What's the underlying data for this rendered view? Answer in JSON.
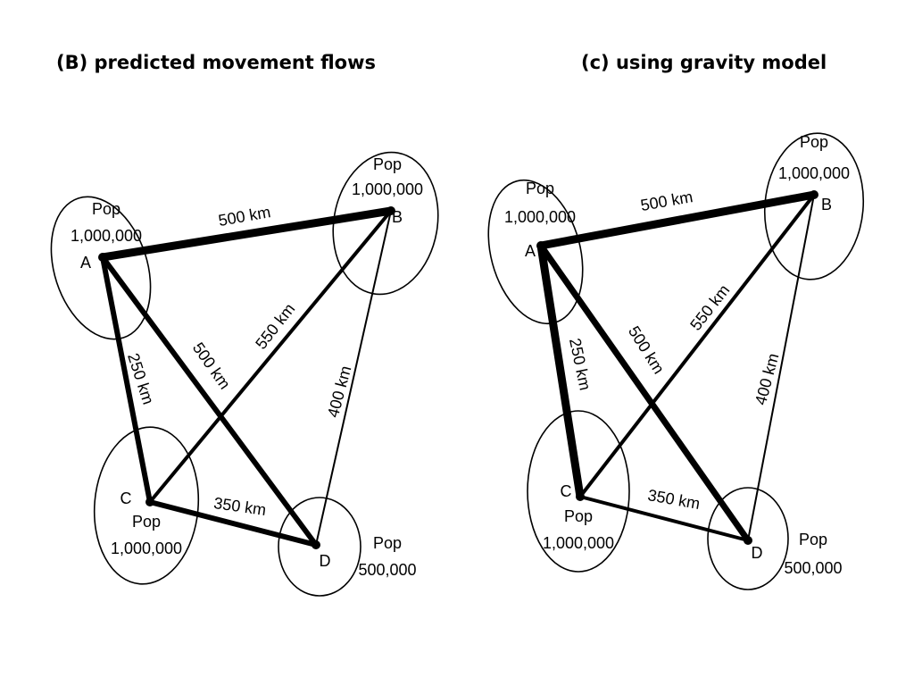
{
  "headings": {
    "left": "(B) predicted movement flows",
    "right": "(c) using gravity model"
  },
  "panels": [
    {
      "id": "left",
      "nodes": [
        {
          "id": "A",
          "label": "A",
          "pop_label": "Pop",
          "pop_value": "1,000,000"
        },
        {
          "id": "B",
          "label": "B",
          "pop_label": "Pop",
          "pop_value": "1,000,000"
        },
        {
          "id": "C",
          "label": "C",
          "pop_label": "Pop",
          "pop_value": "1,000,000"
        },
        {
          "id": "D",
          "label": "D",
          "pop_label": "Pop",
          "pop_value": "500,000"
        }
      ],
      "edges": [
        {
          "from": "A",
          "to": "B",
          "distance": "500 km",
          "flow_weight": 9
        },
        {
          "from": "A",
          "to": "C",
          "distance": "250 km",
          "flow_weight": 6
        },
        {
          "from": "A",
          "to": "D",
          "distance": "500 km",
          "flow_weight": 6
        },
        {
          "from": "B",
          "to": "C",
          "distance": "550 km",
          "flow_weight": 4
        },
        {
          "from": "B",
          "to": "D",
          "distance": "400 km",
          "flow_weight": 2
        },
        {
          "from": "C",
          "to": "D",
          "distance": "350 km",
          "flow_weight": 6
        }
      ]
    },
    {
      "id": "right",
      "nodes": [
        {
          "id": "A",
          "label": "A",
          "pop_label": "Pop",
          "pop_value": "1,000,000"
        },
        {
          "id": "B",
          "label": "B",
          "pop_label": "Pop",
          "pop_value": "1,000,000"
        },
        {
          "id": "C",
          "label": "C",
          "pop_label": "Pop",
          "pop_value": "1,000,000"
        },
        {
          "id": "D",
          "label": "D",
          "pop_label": "Pop",
          "pop_value": "500,000"
        }
      ],
      "edges": [
        {
          "from": "A",
          "to": "B",
          "distance": "500 km",
          "flow_weight": 9
        },
        {
          "from": "A",
          "to": "C",
          "distance": "250 km",
          "flow_weight": 9
        },
        {
          "from": "A",
          "to": "D",
          "distance": "500 km",
          "flow_weight": 7
        },
        {
          "from": "B",
          "to": "C",
          "distance": "550 km",
          "flow_weight": 4
        },
        {
          "from": "B",
          "to": "D",
          "distance": "400 km",
          "flow_weight": 2
        },
        {
          "from": "C",
          "to": "D",
          "distance": "350 km",
          "flow_weight": 4
        }
      ]
    }
  ]
}
